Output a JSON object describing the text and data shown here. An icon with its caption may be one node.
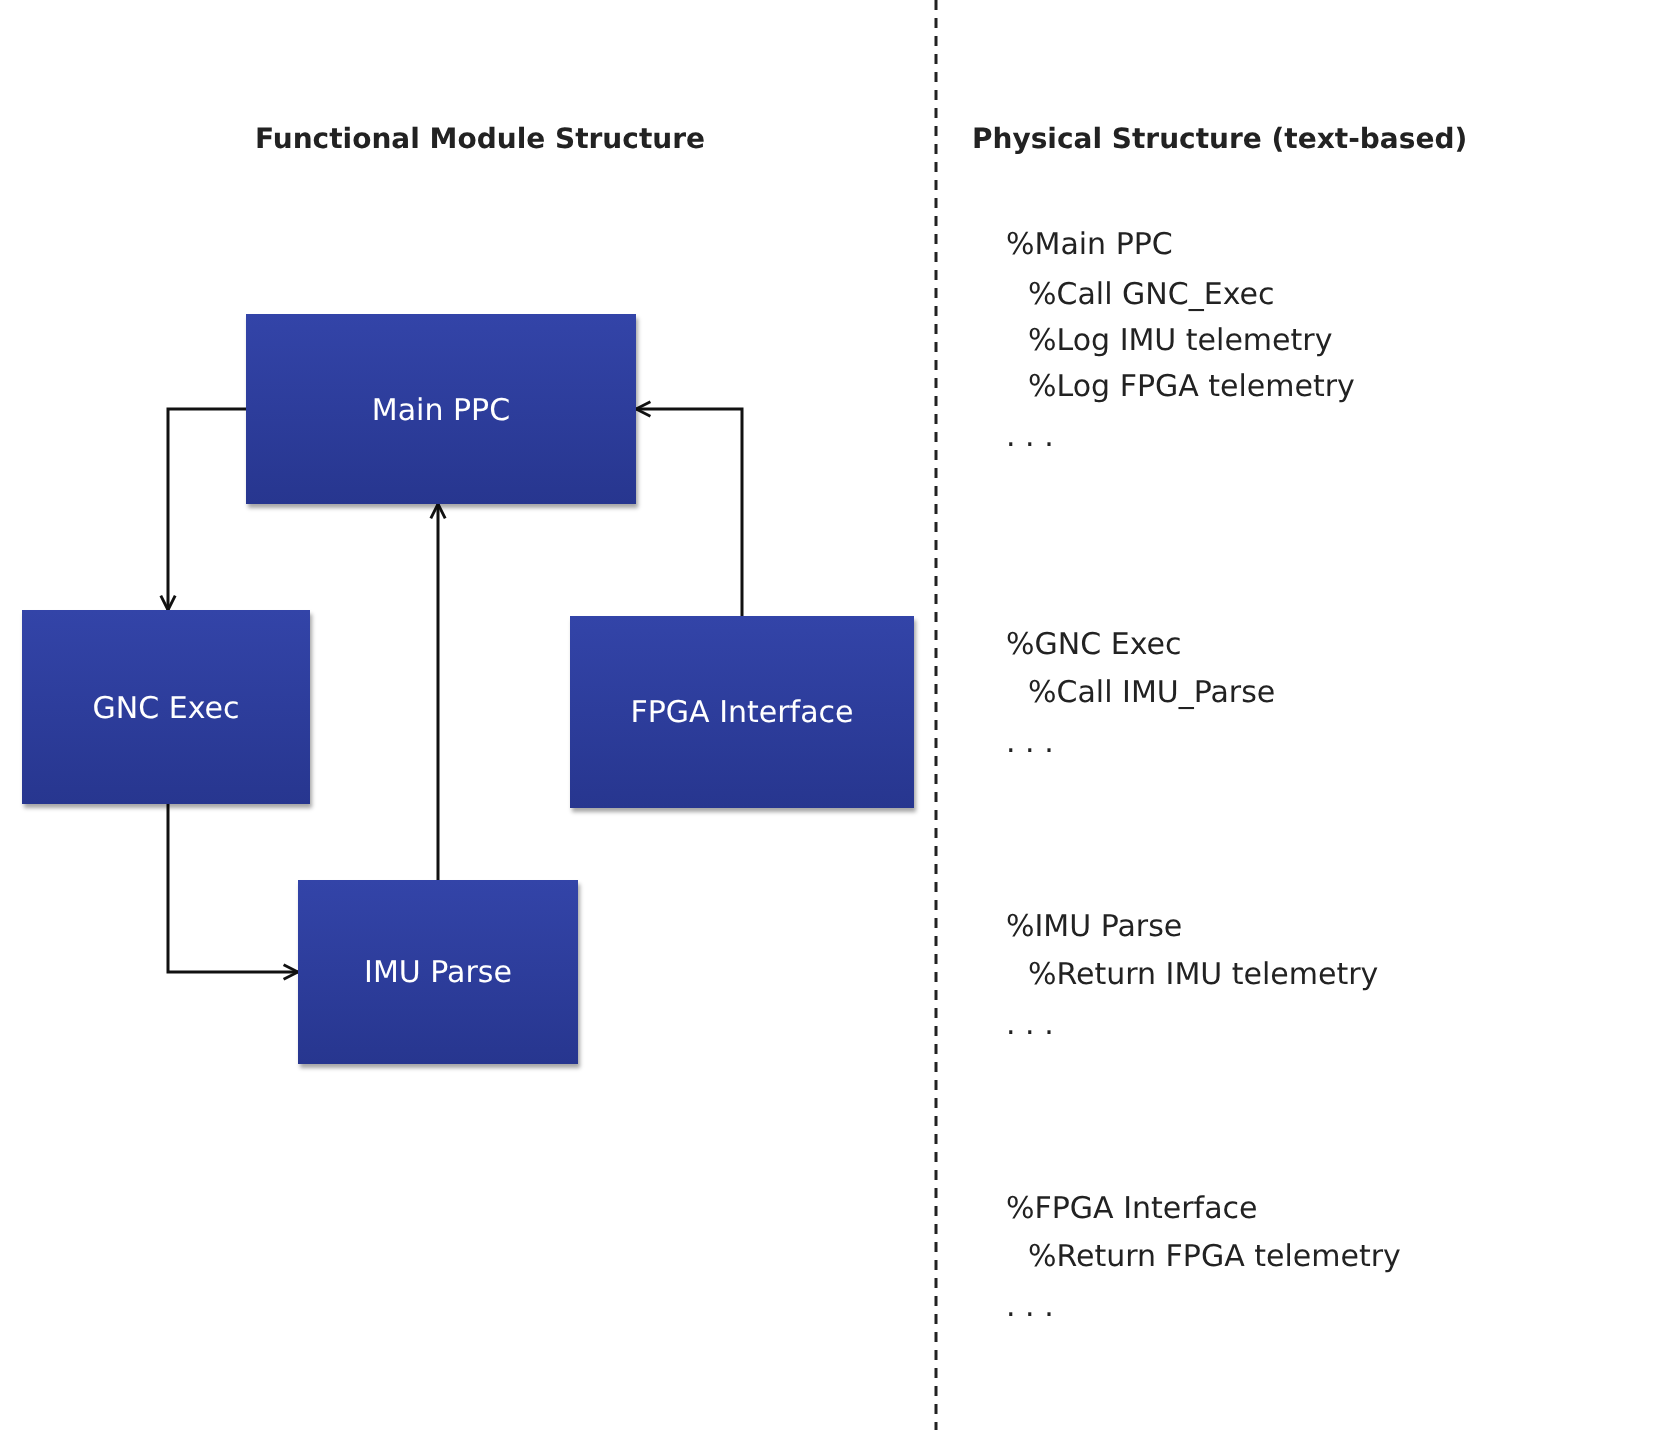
{
  "diagram": {
    "nodes": [
      {
        "text": [
          "Main PPC"
        ]
      },
      {
        "text": [
          "GNC Exec"
        ]
      },
      {
        "text": [
          "FPGA Interface"
        ]
      },
      {
        "text": [
          "IMU Parse"
        ]
      }
    ],
    "edges": [
      {
        "from": 0,
        "to": 1,
        "arrow": "to"
      },
      {
        "from": 1,
        "to": 3,
        "arrow": "to"
      },
      {
        "from": 3,
        "to": 0,
        "arrow": "to"
      },
      {
        "from": 2,
        "to": 0,
        "arrow": "to"
      }
    ],
    "labels": [
      "Functional Module Structure",
      "Physical Structure (text-based)",
      "%Main PPC",
      "%Call GNC_Exec",
      "%Log IMU telemetry",
      "%Log FPGA telemetry",
      ". . .",
      "%GNC Exec",
      "%Call IMU_Parse",
      ". . .",
      "%IMU Parse",
      "%Return IMU telemetry",
      ". . .",
      "%FPGA Interface",
      "%Return FPGA telemetry",
      ". . ."
    ]
  }
}
